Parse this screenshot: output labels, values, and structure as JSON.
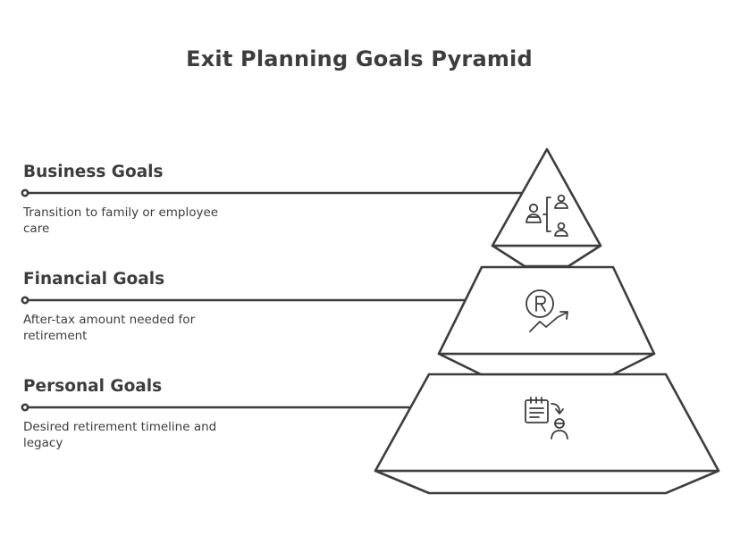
{
  "title": "Exit Planning Goals Pyramid",
  "levels": [
    {
      "heading": "Business Goals",
      "description": "Transition to family or employee care",
      "icon": "succession-icon"
    },
    {
      "heading": "Financial Goals",
      "description": "After-tax amount needed for retirement",
      "icon": "retirement-growth-icon"
    },
    {
      "heading": "Personal Goals",
      "description": "Desired retirement timeline and legacy",
      "icon": "timeline-legacy-icon"
    }
  ],
  "colors": {
    "stroke": "#3d3d3d",
    "background": "#ffffff"
  }
}
